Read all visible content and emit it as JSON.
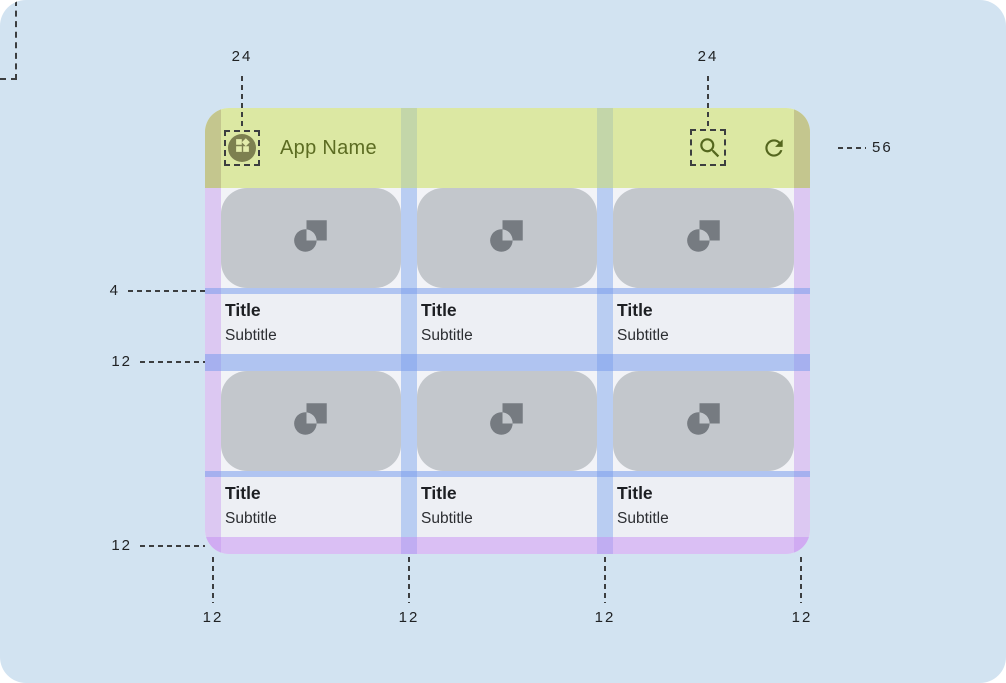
{
  "header": {
    "app_name": "App Name"
  },
  "cards": [
    {
      "title": "Title",
      "subtitle": "Subtitle"
    },
    {
      "title": "Title",
      "subtitle": "Subtitle"
    },
    {
      "title": "Title",
      "subtitle": "Subtitle"
    },
    {
      "title": "Title",
      "subtitle": "Subtitle"
    },
    {
      "title": "Title",
      "subtitle": "Subtitle"
    },
    {
      "title": "Title",
      "subtitle": "Subtitle"
    }
  ],
  "annotations": {
    "nav_icon_size": "24",
    "action_icon_size": "24",
    "appbar_height": "56",
    "image_text_gap": "4",
    "row_gap": "12",
    "bottom_margin": "12",
    "column_markers": [
      "12",
      "12",
      "12",
      "12"
    ]
  },
  "icons": {
    "app_icon": "widgets-icon",
    "search": "search-icon",
    "refresh": "refresh-icon",
    "card_placeholder": "image-placeholder-icon"
  },
  "colors": {
    "page_background": "#d2e3f1",
    "appbar_green": "#dce8a3",
    "appbar_text": "#5c6c22",
    "margin_overlay_purple": "#dcc8f2",
    "gutter_overlay_blue": "#b9cdf2",
    "card_image_gray": "#c3c7cc",
    "card_text_background": "#edeff4",
    "annotation_ink": "#202224"
  }
}
